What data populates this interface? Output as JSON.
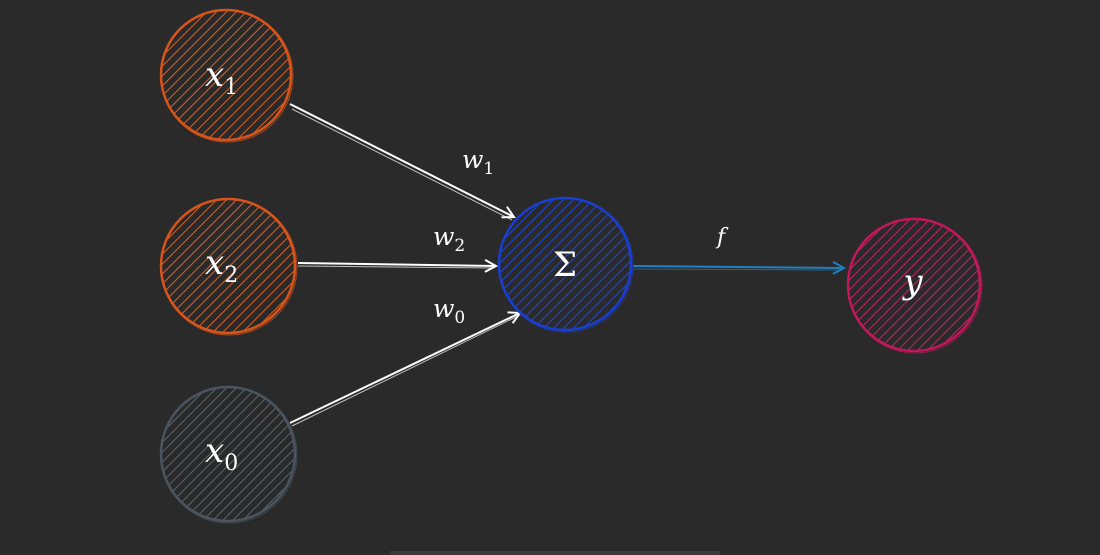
{
  "nodes": {
    "x1": {
      "var": "x",
      "sub": "1"
    },
    "x2": {
      "var": "x",
      "sub": "2"
    },
    "x0": {
      "var": "x",
      "sub": "0"
    },
    "sum": {
      "symbol": "Σ"
    },
    "y": {
      "var": "y"
    }
  },
  "edges": {
    "w1": {
      "var": "w",
      "sub": "1"
    },
    "w2": {
      "var": "w",
      "sub": "2"
    },
    "w0": {
      "var": "w",
      "sub": "0"
    },
    "activation": {
      "label": "f"
    }
  },
  "colors": {
    "background": "#2a2a2a",
    "input_node": "#d9541a",
    "bias_node": "#4a5560",
    "sum_node": "#1a3fd0",
    "output_node": "#c2185b",
    "arrow": "#ffffff",
    "activation_arrow": "#1f7fc0"
  }
}
